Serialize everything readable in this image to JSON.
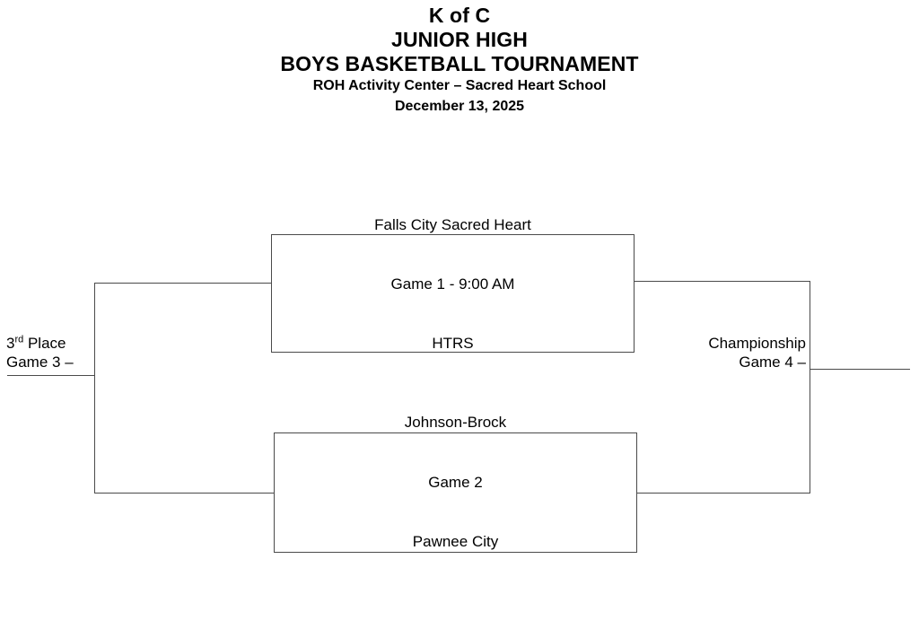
{
  "title": {
    "line1": "K of C",
    "line2": "JUNIOR HIGH",
    "line3": "BOYS BASKETBALL TOURNAMENT",
    "venue": "ROH Activity Center – Sacred Heart School",
    "date": "December 13, 2025"
  },
  "bracket": {
    "games": [
      {
        "id": "game1",
        "title": "Game 1 - 9:00 AM",
        "seed_top": "Falls City Sacred Heart",
        "seed_bottom": "HTRS"
      },
      {
        "id": "game2",
        "title": "Game 2",
        "seed_top": "Johnson-Brock",
        "seed_bottom": "Pawnee City"
      }
    ],
    "third_place": {
      "line1_prefix": "3",
      "line1_sup": "rd",
      "line1_suffix": " Place",
      "line2": "Game 3 –"
    },
    "championship": {
      "line1": "Championship",
      "line2": "Game 4 –"
    }
  },
  "colors": {
    "line": "#4a4a4a",
    "text": "#000000",
    "background": "#ffffff"
  }
}
